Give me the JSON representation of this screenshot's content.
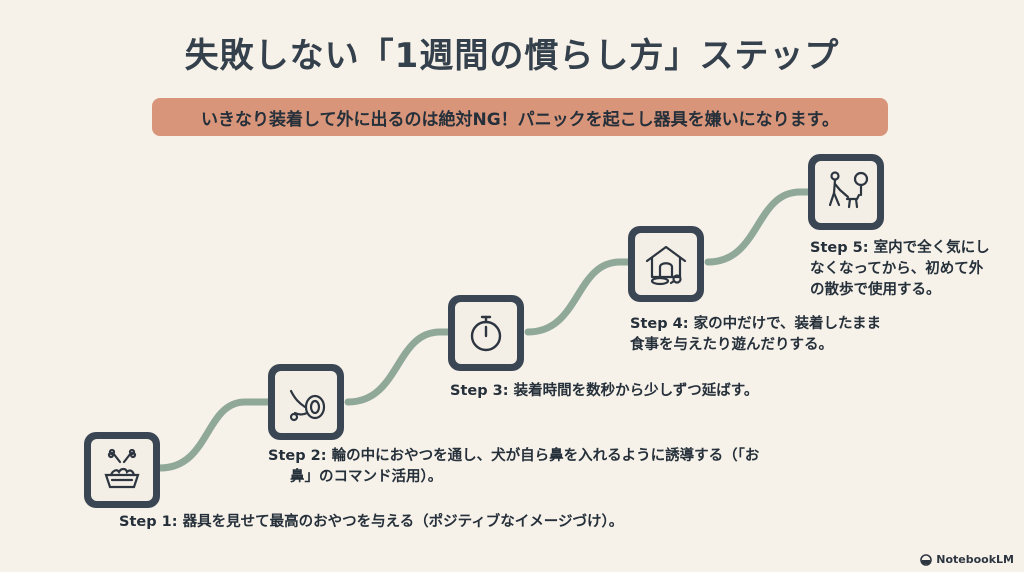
{
  "title": "失敗しない「1週間の慣らし方」ステップ",
  "banner": "いきなり装着して外に出るのは絶対NG！パニックを起こし器具を嫌いになります。",
  "steps": [
    {
      "label": "Step 1: 器具を見せて最高のおやつを与える（ポジティブなイメージづけ）。",
      "icon": "treat-bowl-icon"
    },
    {
      "label_line1": "Step 2: 輪の中におやつを通し、犬が自ら鼻を入れるように誘導する（「お",
      "label_line2": "鼻」のコマンド活用）。",
      "icon": "muzzle-treat-icon"
    },
    {
      "label": "Step 3: 装着時間を数秒から少しずつ延ばす。",
      "icon": "stopwatch-icon"
    },
    {
      "label_line1": "Step 4: 家の中だけで、装着したまま",
      "label_line2": "食事を与えたり遊んだりする。",
      "icon": "dog-house-icon"
    },
    {
      "label_line1": "Step 5: 室内で全く気にし",
      "label_line2": "なくなってから、初めて外",
      "label_line3": "の散歩で使用する。",
      "icon": "walking-dog-icon"
    }
  ],
  "colors": {
    "path": "#8fa898",
    "box": "#3a4654",
    "banner": "#d9957a",
    "background": "#f6f1e9"
  },
  "badge": "NotebookLM"
}
